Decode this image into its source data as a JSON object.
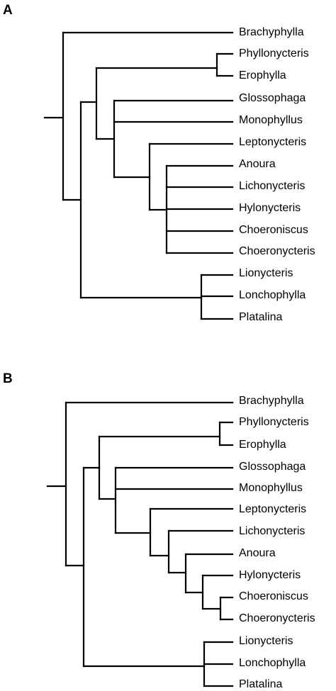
{
  "panels": [
    {
      "label": "A",
      "taxa": [
        "Brachyphylla",
        "Phyllonycteris",
        "Erophylla",
        "Glossophaga",
        "Monophyllus",
        "Leptonycteris",
        "Anoura",
        "Lichonycteris",
        "Hylonycteris",
        "Choeroniscus",
        "Choeronycteris",
        "Lionycteris",
        "Lonchophylla",
        "Platalina"
      ]
    },
    {
      "label": "B",
      "taxa": [
        "Brachyphylla",
        "Phyllonycteris",
        "Erophylla",
        "Glossophaga",
        "Monophyllus",
        "Leptonycteris",
        "Lichonycteris",
        "Anoura",
        "Hylonycteris",
        "Choeroniscus",
        "Choeronycteris",
        "Lionycteris",
        "Lonchophylla",
        "Platalina"
      ]
    }
  ]
}
